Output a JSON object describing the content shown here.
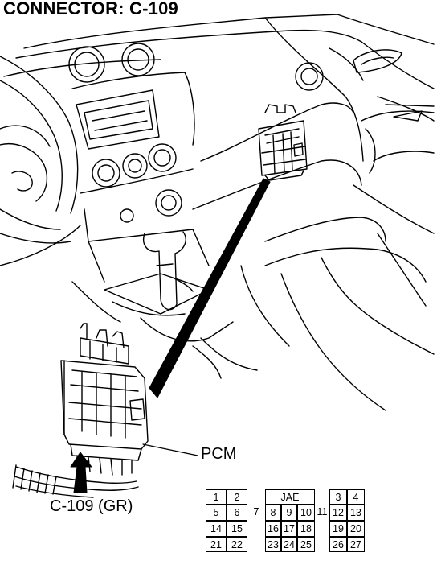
{
  "title": "CONNECTOR: C-109",
  "labels": {
    "component": "PCM",
    "connector": "C-109 (GR)"
  },
  "pin_grid": {
    "header": "JAE",
    "rows": [
      [
        "1",
        "2",
        "",
        "",
        "",
        "",
        "",
        "",
        "3",
        "4"
      ],
      [
        "5",
        "6",
        "7",
        "8",
        "9",
        "10",
        "11",
        "12",
        "13"
      ],
      [
        "14",
        "15",
        "16",
        "17",
        "18",
        "19",
        "20"
      ],
      [
        "21",
        "22",
        "23",
        "24",
        "25",
        "26",
        "27"
      ]
    ]
  }
}
